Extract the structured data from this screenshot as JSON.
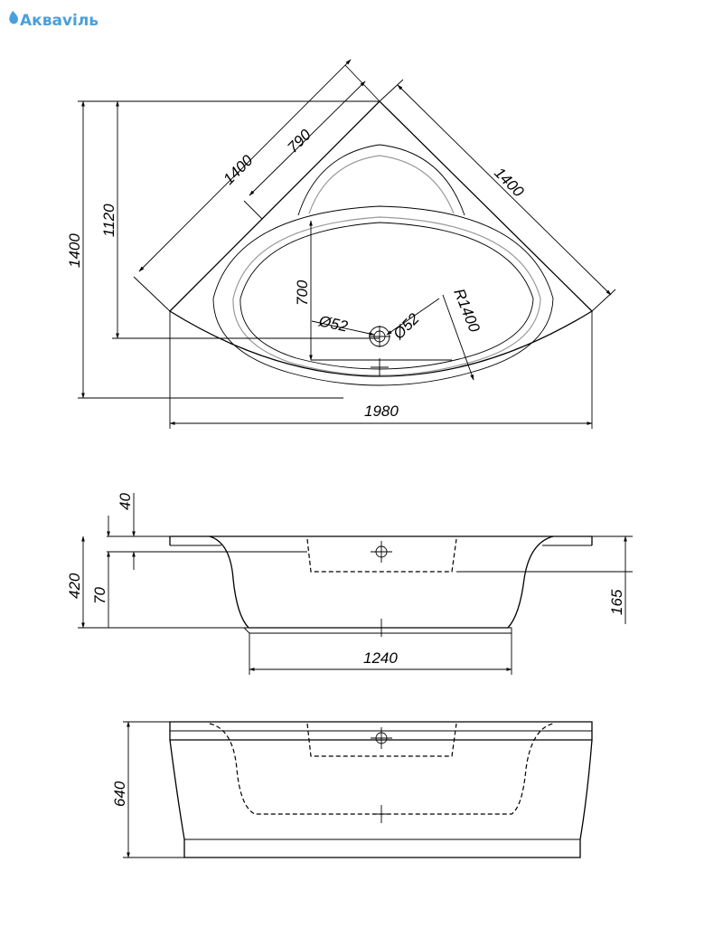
{
  "brand": {
    "name": "Акваviль",
    "icon": "droplet-icon",
    "color": "#4aa0dc"
  },
  "top_view": {
    "dim_overall_height": "1400",
    "dim_inner_height": "1120",
    "dim_diagonal_side": "1400",
    "dim_seat_depth": "790",
    "dim_side_right": "1400",
    "dim_bowl_depth": "700",
    "dim_drain": "Ø52",
    "dim_overflow": "Ø52",
    "dim_radius": "R1400",
    "dim_overall_width": "1980"
  },
  "side_view": {
    "dim_rim": "40",
    "dim_total_height": "420",
    "dim_inner_offset": "70",
    "dim_right_height": "165",
    "dim_bottom_length": "1240"
  },
  "front_view": {
    "dim_panel_height": "640"
  }
}
